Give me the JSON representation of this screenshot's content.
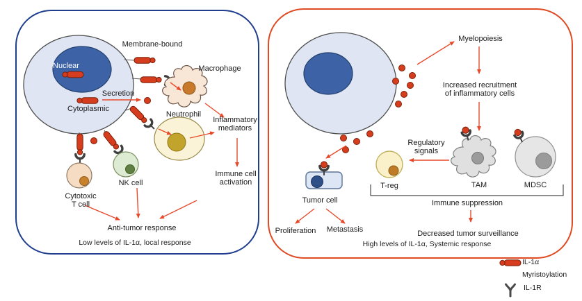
{
  "colors": {
    "panel_blue": "#1f3e8e",
    "panel_orange": "#e04a22",
    "il1a_red": "#d63d1e",
    "il1a_dark": "#7a2008",
    "arrow_red": "#e8492a",
    "cell_fill": "#dfe5f3",
    "cell_stroke": "#4d4d4d",
    "nucleus_fill": "#3d62a6",
    "receptor_gray": "#3f3f3f",
    "text_dark": "#1a1a1a"
  },
  "left_panel": {
    "caption": "Low levels of IL-1α,  local response",
    "labels": {
      "nuclear": "Nuclear",
      "cytoplasmic": "Cytoplasmic",
      "secretion": "Secretion",
      "membrane_bound": "Membrane-bound",
      "macrophage": "Macrophage",
      "neutrophil": "Neutrophil",
      "inflammatory_mediators": "Inflammatory\nmediators",
      "immune_cell_activation": "Immune cell\nactivation",
      "cytotoxic_t_cell": "Cytotoxic\nT cell",
      "nk_cell": "NK cell",
      "anti_tumor_response": "Anti-tumor response"
    }
  },
  "right_panel": {
    "caption": "High levels of IL-1α, Systemic response",
    "labels": {
      "myelopoiesis": "Myelopoiesis",
      "increased_recruitment": "Increased recruitment\nof inflammatory cells",
      "regulatory_signals": "Regulatory\nsignals",
      "t_reg": "T-reg",
      "tam": "TAM",
      "mdsc": "MDSC",
      "tumor_cell": "Tumor cell",
      "proliferation": "Proliferation",
      "metastasis": "Metastasis",
      "immune_suppression": "Immune suppression",
      "decreased_tumor_surveillance": "Decreased tumor surveillance"
    }
  },
  "legend": {
    "il1a": "IL-1α",
    "myristoylation": "Myristoylation",
    "il1r": "IL-1R"
  }
}
